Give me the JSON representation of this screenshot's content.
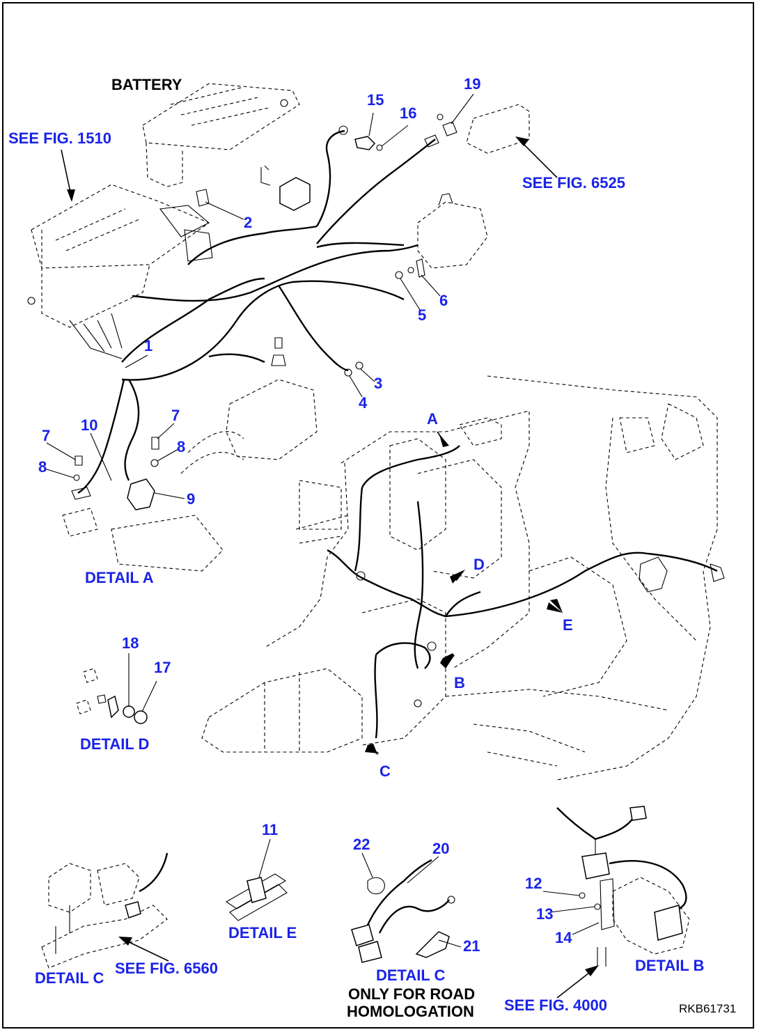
{
  "labels": {
    "battery": "BATTERY",
    "see_fig_1510": "SEE FIG. 1510",
    "see_fig_6525": "SEE FIG. 6525",
    "see_fig_6560": "SEE FIG. 6560",
    "see_fig_4000": "SEE FIG. 4000",
    "detail_a": "DETAIL A",
    "detail_b": "DETAIL B",
    "detail_c_left": "DETAIL C",
    "detail_c_right": "DETAIL C",
    "detail_d": "DETAIL D",
    "detail_e": "DETAIL E",
    "only_for_road": "ONLY FOR ROAD",
    "homologation": "HOMOLOGATION",
    "drawing_code": "RKB61731"
  },
  "view_arrows": {
    "a": "A",
    "b": "B",
    "c": "C",
    "d": "D",
    "e": "E"
  },
  "callouts": {
    "c1": "1",
    "c2": "2",
    "c3": "3",
    "c4": "4",
    "c5": "5",
    "c6": "6",
    "c7a": "7",
    "c7b": "7",
    "c8a": "8",
    "c8b": "8",
    "c9": "9",
    "c10": "10",
    "c11": "11",
    "c12": "12",
    "c13": "13",
    "c14": "14",
    "c15": "15",
    "c16": "16",
    "c17": "17",
    "c18": "18",
    "c19": "19",
    "c20": "20",
    "c21": "21",
    "c22": "22"
  },
  "colors": {
    "label_blue": "#1a23e6",
    "line": "#000000",
    "background": "#ffffff"
  }
}
